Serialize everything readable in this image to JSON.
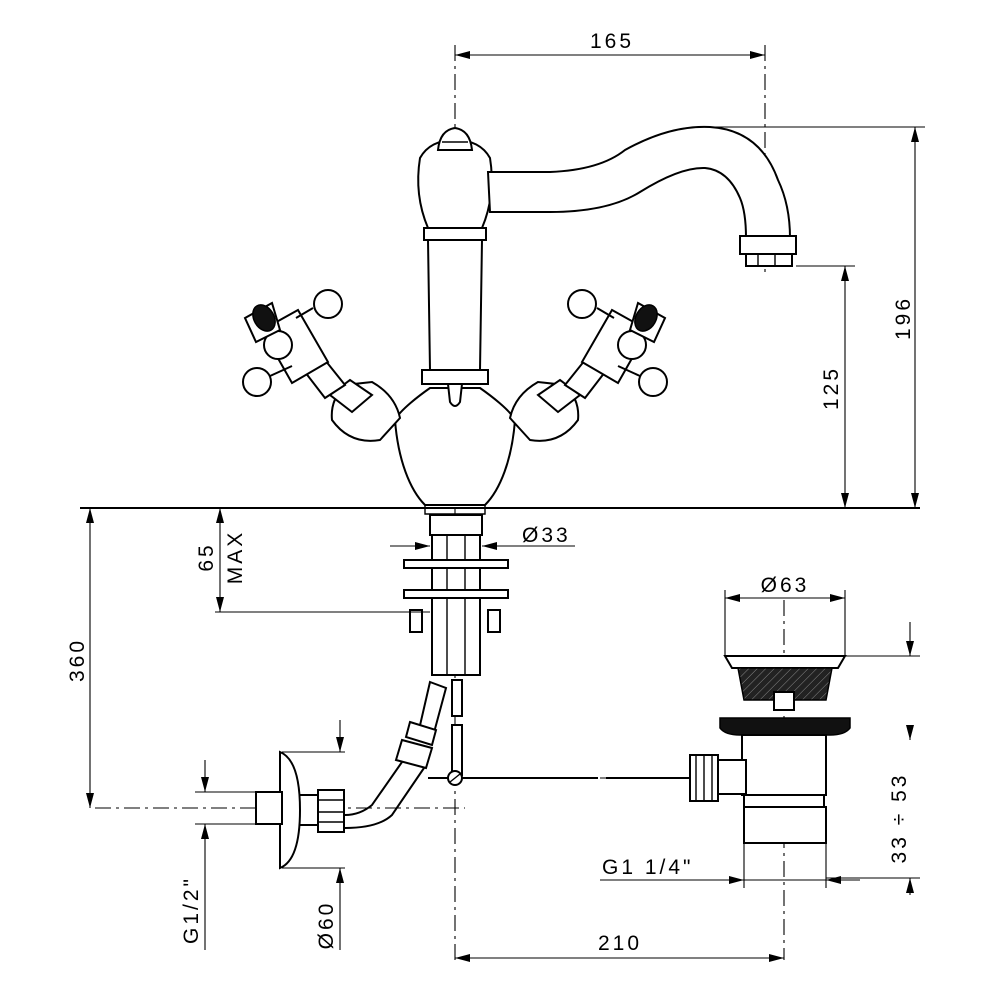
{
  "dimensions": {
    "spout_reach": "165",
    "total_height": "196",
    "spout_height": "125",
    "shank_diameter": "Ø33",
    "max_deck_thickness_value": "65",
    "max_deck_thickness_label": "MAX",
    "supply_length": "360",
    "waste_diameter": "Ø63",
    "waste_adjust": "33 ÷ 53",
    "waste_thread": "G1 1/4\"",
    "waste_offset": "210",
    "supply_thread": "G1/2\"",
    "escutcheon_diameter": "Ø60"
  }
}
